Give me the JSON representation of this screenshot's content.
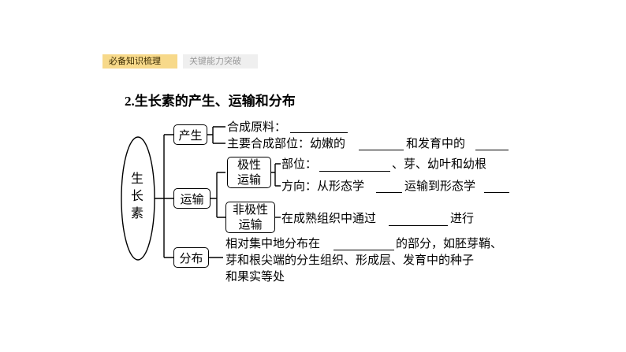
{
  "tabs": [
    {
      "label": "必备知识梳理",
      "active": true
    },
    {
      "label": "关键能力突破",
      "active": false
    }
  ],
  "title": {
    "number": "2.",
    "text": "生长素的产生、运输和分布"
  },
  "root": {
    "chars": [
      "生",
      "长",
      "素"
    ]
  },
  "production": {
    "label": "产生",
    "line1": "合成原料：",
    "line2_a": "主要合成部位：幼嫩的",
    "line2_b": "和发育中的"
  },
  "transport": {
    "label": "运输",
    "polar": {
      "label_line1": "极性",
      "label_line2": "运输",
      "site_a": "部位：",
      "site_b": "、芽、幼叶和幼根",
      "dir_a": "方向：从形态学",
      "dir_b": "运输到形态学"
    },
    "nonpolar": {
      "label_line1": "非极性",
      "label_line2": "运输",
      "text_a": "在成熟组织中通过",
      "text_b": "进行"
    }
  },
  "distribution": {
    "label": "分布",
    "line1_a": "相对集中地分布在",
    "line1_b": "的部分，如胚芽鞘、",
    "line2": "芽和根尖端的分生组织、形成层、发育中的种子",
    "line3": "和果实等处"
  },
  "colors": {
    "tab_active_bg": "#f7d98a",
    "tab_inactive_bg": "#efefef",
    "line": "#000000"
  }
}
